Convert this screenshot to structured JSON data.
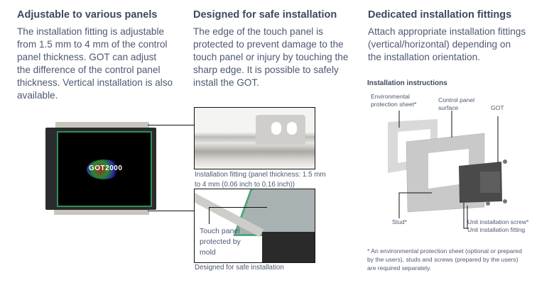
{
  "columns": [
    {
      "title": "Adjustable to various panels",
      "body": "The installation fitting is adjustable\nfrom 1.5 mm to 4 mm of the control\npanel thickness. GOT can adjust\nthe difference of the control panel\nthickness. Vertical installation is also\navailable."
    },
    {
      "title": "Designed for safe installation",
      "body": "The edge of the touch panel is\nprotected to prevent damage to the\ntouch panel or injury by touching the\nsharp edge. It is possible to safely\ninstall the GOT."
    },
    {
      "title": "Dedicated installation fittings",
      "body": "Attach appropriate installation fittings\n(vertical/horizontal) depending on\nthe installation orientation."
    }
  ],
  "monitor": {
    "logo": "GOT2000"
  },
  "photos": {
    "fitting_caption": "Installation fitting (panel thickness: 1.5 mm\nto 4 mm (0.06 inch to 0.16 inch))",
    "touch_label": "Touch panel\nprotected by\nmold",
    "safe_caption": "Designed for safe installation"
  },
  "instructions": {
    "title": "Installation instructions",
    "labels": {
      "sheet": "Environmental\nprotection sheet*",
      "surface": "Control panel\nsurface",
      "got": "GOT",
      "stud": "Stud*",
      "screw": "Unit installation screw*",
      "fitting": "Unit installation fitting"
    },
    "footnote": "* An environmental protection sheet (optional or prepared\n  by the users), studs and screws (prepared by the users)\n  are required separately."
  }
}
